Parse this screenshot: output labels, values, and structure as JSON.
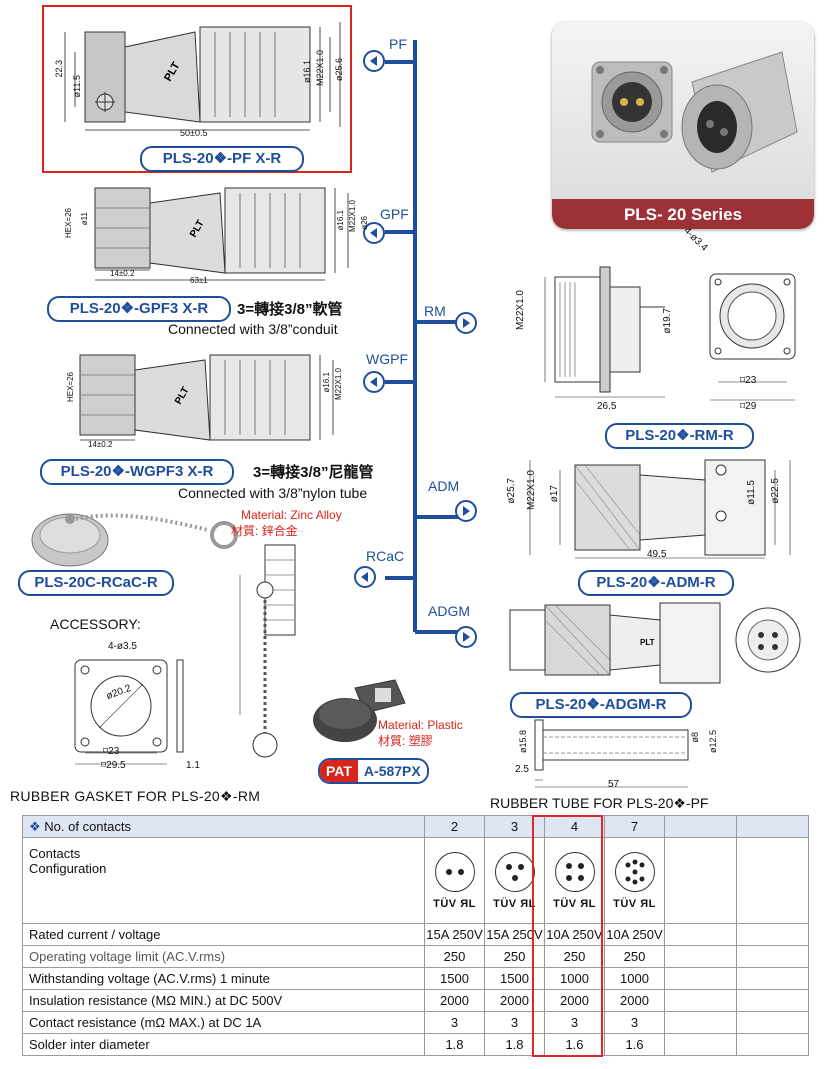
{
  "drawings": {
    "pf": {
      "pill": "PLS-20❖-PF  X-R",
      "dims": [
        "22.3",
        "ø11.5",
        "ø16.1",
        "M22X1.0",
        "ø25.6",
        "50±0.5"
      ]
    },
    "gpf": {
      "pill": "PLS-20❖-GPF3 X-R",
      "note_cn": "3=轉接3/8”軟管",
      "note_en": "Connected with 3/8”conduit",
      "dims": [
        "HEX=26",
        "ø11",
        "14±0.2",
        "63±1",
        "ø16.1",
        "M22X1.0",
        "ø26"
      ]
    },
    "wgpf": {
      "pill": "PLS-20❖-WGPF3 X-R",
      "note_cn": "3=轉接3/8”尼龍管",
      "note_en": "Connected with 3/8”nylon tube",
      "dims": [
        "HEX=26",
        "14±0.2",
        "ø16.1",
        "M22X1.0"
      ]
    },
    "rcac": {
      "pill": "PLS-20C-RCaC-R",
      "material": "Material: Zinc Alloy",
      "material_cn": "材質: 鋅合金"
    },
    "rm": {
      "pill": "PLS-20❖-RM-R",
      "dims": [
        "M22X1.0",
        "ø19.7",
        "26.5",
        "4-ø3.4",
        "⌑23",
        "⌑29"
      ]
    },
    "adm": {
      "pill": "PLS-20❖-ADM-R",
      "dims": [
        "ø25.7",
        "M22X1.0",
        "ø17",
        "ø11.5",
        "ø22.5",
        "49.5"
      ]
    },
    "adgm": {
      "pill": "PLS-20❖-ADGM-R"
    },
    "accessory": {
      "title": "ACCESSORY:",
      "dims": [
        "4-ø3.5",
        "ø20.2",
        "⌑23",
        "⌑29.5",
        "1.1"
      ],
      "caption_pre": "RUBBER GASKET FOR ",
      "caption_model": "PLS-20❖-RM"
    },
    "cap": {
      "material": "Material: Plastic",
      "material_cn": "材質: 塑膠",
      "pat": "PAT",
      "pat_no": "A-587PX"
    },
    "tube": {
      "dims": [
        "ø15.8",
        "ø8",
        "ø12.5",
        "2.5",
        "57"
      ],
      "caption_pre": "RUBBER TUBE FOR ",
      "caption_model": "PLS-20❖-PF"
    }
  },
  "photo": {
    "caption": "PLS- 20 Series"
  },
  "connectors": [
    "PF",
    "GPF",
    "RM",
    "WGPF",
    "ADM",
    "RCaC",
    "ADGM"
  ],
  "spec_table": {
    "header": "No. of contacts",
    "columns": [
      "2",
      "3",
      "4",
      "7"
    ],
    "config_label_1": "Contacts",
    "config_label_2": "Configuration",
    "cert_tuv": "TÜV",
    "cert_ul": "ЯL",
    "rows": [
      {
        "label": "Rated current / voltage",
        "values": [
          "15A 250V",
          "15A 250V",
          "10A 250V",
          "10A 250V"
        ],
        "gray": false
      },
      {
        "label": "Operating voltage limit (AC.V.rms)",
        "values": [
          "250",
          "250",
          "250",
          "250"
        ],
        "gray": true
      },
      {
        "label": "Withstanding voltage (AC.V.rms) 1 minute",
        "values": [
          "1500",
          "1500",
          "1000",
          "1000"
        ],
        "gray": false
      },
      {
        "label": "Insulation resistance (MΩ MIN.) at DC 500V",
        "values": [
          "2000",
          "2000",
          "2000",
          "2000"
        ],
        "gray": false
      },
      {
        "label": "Contact resistance (mΩ MAX.) at DC 1A",
        "values": [
          "3",
          "3",
          "3",
          "3"
        ],
        "gray": false
      },
      {
        "label": "Solder inter diameter",
        "values": [
          "1.8",
          "1.8",
          "1.6",
          "1.6"
        ],
        "gray": false
      }
    ],
    "highlight_color": "#e0262b"
  },
  "colors": {
    "brand_blue": "#1f4f9c",
    "accent_red": "#d8251c",
    "photo_banner": "#9c3138"
  }
}
